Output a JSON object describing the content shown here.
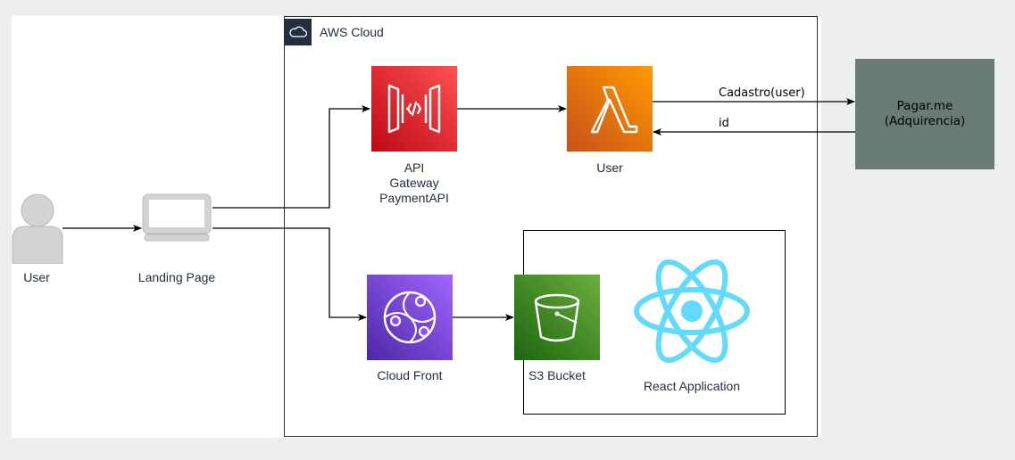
{
  "aws_cloud": {
    "label": "AWS Cloud",
    "icon": "cloud-icon"
  },
  "nodes": {
    "user": {
      "label": "User",
      "icon": "user-icon"
    },
    "landing_page": {
      "label": "Landing Page",
      "icon": "client-computer-icon"
    },
    "api_gateway": {
      "label_lines": [
        "API",
        "Gateway",
        "PaymentAPI"
      ],
      "icon": "api-gateway-icon",
      "color": "#e0263a"
    },
    "lambda": {
      "label": "User",
      "icon": "lambda-icon",
      "color": "#ee6d21"
    },
    "cloudfront": {
      "label": "Cloud Front",
      "icon": "cloudfront-icon",
      "color": "#7a3fd3"
    },
    "s3": {
      "label": "S3 Bucket",
      "icon": "s3-bucket-icon",
      "color": "#3a8b2d"
    },
    "react": {
      "label": "React Application",
      "icon": "react-icon",
      "color": "#61dafb"
    },
    "pagarme": {
      "label_lines": [
        "Pagar.me",
        "(Adquirencia)"
      ],
      "color": "#687b74"
    }
  },
  "edges": {
    "cadastro": "Cadastro(user)",
    "id": "id"
  }
}
